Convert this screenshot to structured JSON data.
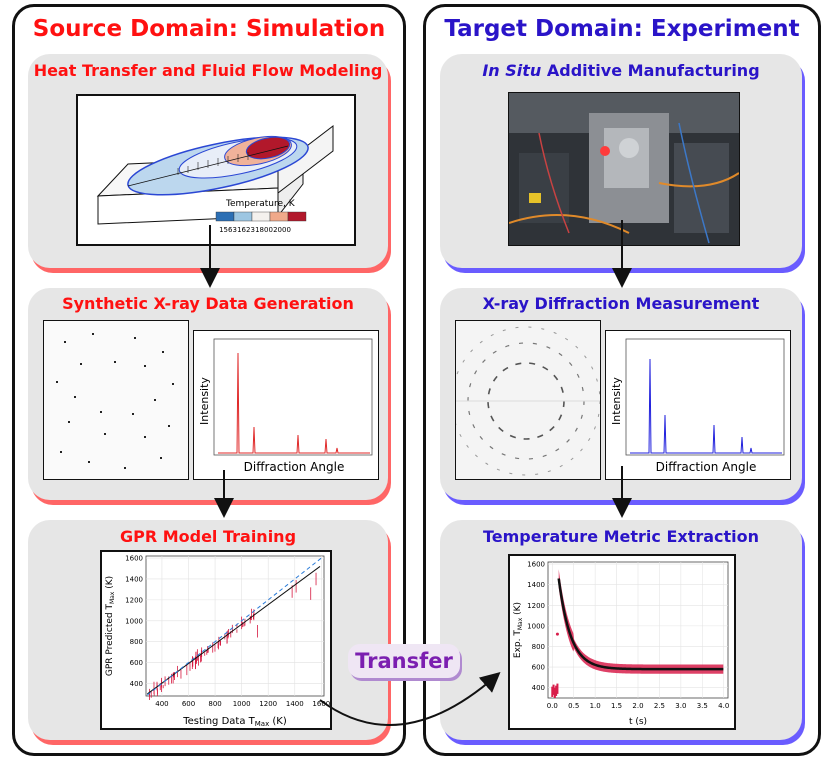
{
  "source": {
    "header": "Source Domain: Simulation",
    "panels": {
      "heat": "Heat Transfer and Fluid Flow Modeling",
      "synthetic": "Synthetic X-ray Data Generation",
      "gpr": "GPR Model Training"
    },
    "temperature_legend": {
      "title": "Temperature, K",
      "ticks": [
        "1563",
        "1623",
        "1800",
        "2000"
      ],
      "colors": [
        "#2c6fb4",
        "#9dc6e2",
        "#f4f1ee",
        "#f0a98a",
        "#b2182b"
      ]
    },
    "spectrum": {
      "ylabel": "Intensity",
      "xlabel": "Diffraction Angle",
      "color": "#e02a2a"
    },
    "gpr_plot": {
      "ylabel": "GPR Predicted T",
      "ysub": "Max",
      "ylabel_unit": " (K)",
      "xlabel": "Testing Data T",
      "xsub": "Max",
      "xlabel_unit": " (K)",
      "xticks": [
        "400",
        "600",
        "800",
        "1000",
        "1200",
        "1400",
        "1600"
      ],
      "yticks": [
        "400",
        "600",
        "800",
        "1000",
        "1200",
        "1400",
        "1600"
      ]
    }
  },
  "target": {
    "header": "Target Domain: Experiment",
    "panels": {
      "insitu_em": "In Situ",
      "insitu_rest": " Additive Manufacturing",
      "xrd": "X-ray Diffraction Measurement",
      "temp": "Temperature Metric Extraction"
    },
    "spectrum": {
      "ylabel": "Intensity",
      "xlabel": "Diffraction Angle",
      "color": "#2222dd"
    },
    "temp_plot": {
      "ylabel": "Exp. T",
      "ysub": "Max",
      "ylabel_unit": " (K)",
      "xlabel": "t (s)",
      "xticks": [
        "0.0",
        "0.5",
        "1.0",
        "1.5",
        "2.0",
        "2.5",
        "3.0",
        "3.5",
        "4.0"
      ],
      "yticks": [
        "400",
        "600",
        "800",
        "1000",
        "1200",
        "1400",
        "1600"
      ]
    }
  },
  "transfer_label": "Transfer",
  "colors": {
    "source": "#ff1111",
    "target": "#2a14c8",
    "transfer": "#7b1fb0"
  }
}
